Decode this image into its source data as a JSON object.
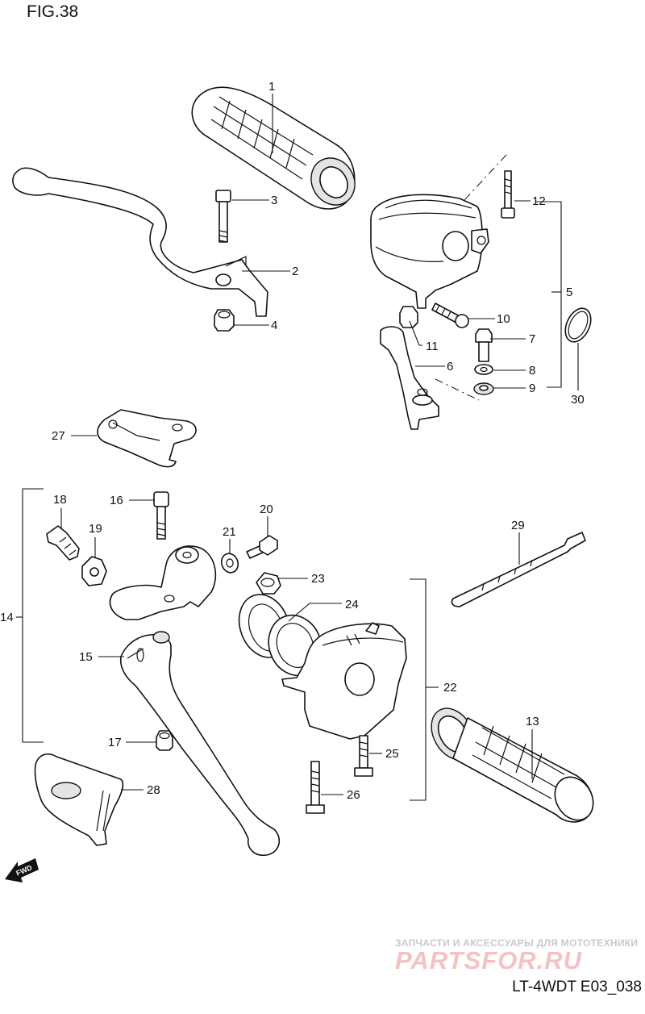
{
  "figure_title": "FIG.38",
  "diagram_code": "LT-4WDT E03_038",
  "watermark": {
    "tagline": "ЗАПЧАСТИ И АКСЕССУАРЫ ДЛЯ МОТОТЕХНИКИ",
    "logo": "PARTSFOR.RU"
  },
  "fwd_badge": "FWD",
  "callouts": [
    "1",
    "2",
    "3",
    "4",
    "5",
    "6",
    "7",
    "8",
    "9",
    "10",
    "11",
    "12",
    "13",
    "14",
    "15",
    "16",
    "17",
    "18",
    "19",
    "20",
    "21",
    "22",
    "23",
    "24",
    "25",
    "26",
    "27",
    "28",
    "29",
    "30"
  ]
}
